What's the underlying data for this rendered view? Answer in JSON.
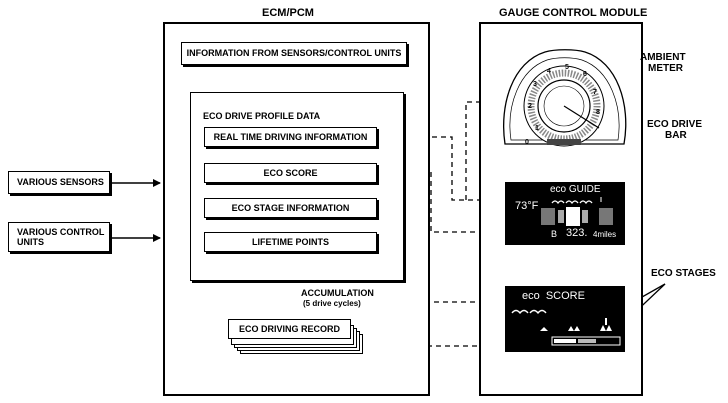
{
  "ecm": {
    "title": "ECM/PCM",
    "info_box": "INFORMATION FROM SENSORS/CONTROL UNITS",
    "profile_title": "ECO DRIVE PROFILE DATA",
    "items": [
      "REAL TIME DRIVING INFORMATION",
      "ECO SCORE",
      "ECO STAGE INFORMATION",
      "LIFETIME POINTS"
    ],
    "accumulation": "ACCUMULATION",
    "drive_cycles": "(5 drive cycles)",
    "record": "ECO DRIVING RECORD"
  },
  "inputs": {
    "sensors": "VARIOUS SENSORS",
    "control_units_line1": "VARIOUS CONTROL",
    "control_units_line2": "UNITS"
  },
  "gauge": {
    "title": "GAUGE CONTROL MODULE",
    "ambient_meter_line1": "AMBIENT",
    "ambient_meter_line2": "METER",
    "eco_drive_bar_line1": "ECO DRIVE",
    "eco_drive_bar_line2": "BAR",
    "eco_stages": "ECO STAGES",
    "guide_screen": {
      "title": "eco GUIDE",
      "temperature": "73°F",
      "gear": "B",
      "distance": "323.",
      "distance_decimal": "4miles"
    },
    "score_screen": {
      "title": "eco  SCORE"
    },
    "dial_numbers": [
      "1",
      "2",
      "3",
      "4",
      "5",
      "6",
      "7",
      "8",
      "0"
    ]
  }
}
